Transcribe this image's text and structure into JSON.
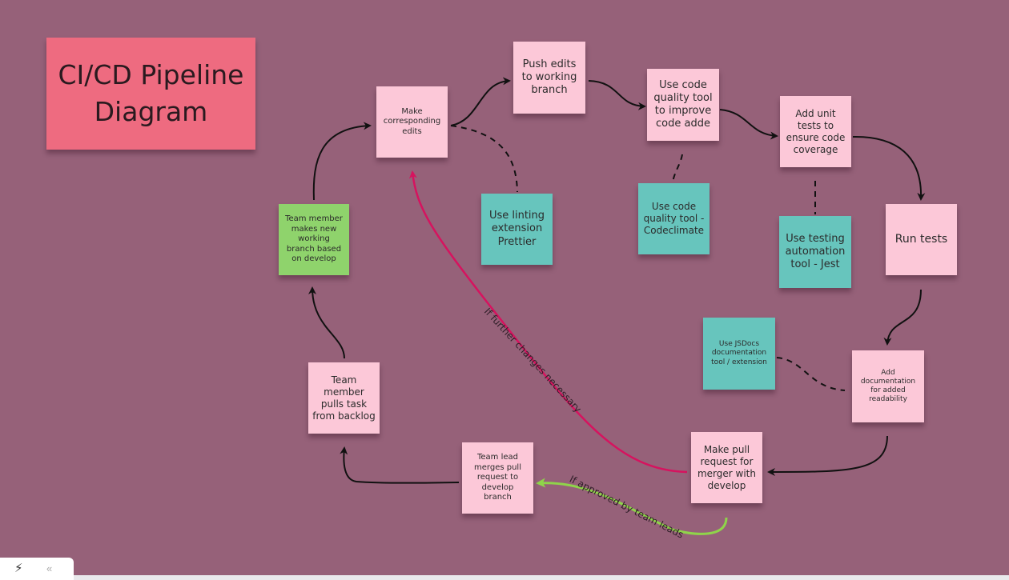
{
  "colors": {
    "background": "#966179",
    "sticky_pink": "#fcc8d8",
    "sticky_teal": "#67c5bd",
    "sticky_green": "#8fd36c",
    "title_red": "#ee6b80",
    "arrow_black": "#111111",
    "arrow_magenta": "#d6135f",
    "arrow_green": "#8fd44a"
  },
  "title": "CI/CD Pipeline\nDiagram",
  "notes": {
    "make_edits": "Make\ncorresponding\nedits",
    "push_edits": "Push edits\nto working\nbranch",
    "code_quality": "Use code\nquality tool\nto improve\ncode adde",
    "unit_tests": "Add unit\ntests to\nensure code\ncoverage",
    "linting": "Use linting\nextension\nPrettier",
    "codeclimate": "Use code\nquality tool -\nCodeclimate",
    "jest": "Use testing\nautomation\ntool - Jest",
    "run_tests": "Run tests",
    "new_branch": "Team member\nmakes new\nworking\nbranch based\non develop",
    "jsdocs": "Use JSDocs\ndocumentation\ntool / extension",
    "documentation": "Add\ndocumentation\nfor added\nreadability",
    "pulls_task": "Team\nmember\npulls task\nfrom backlog",
    "merge_develop": "Team lead\nmerges pull\nrequest to\ndevelop\nbranch",
    "pull_request": "Make pull\nrequest for\nmerger with\ndevelop"
  },
  "edge_labels": {
    "further_changes": "If further changes necessary",
    "approved": "If approved by team leads"
  },
  "toolbar": {
    "tool_icon": "pin-tool-icon",
    "collapse_icon": "double-chevron-left-icon"
  }
}
